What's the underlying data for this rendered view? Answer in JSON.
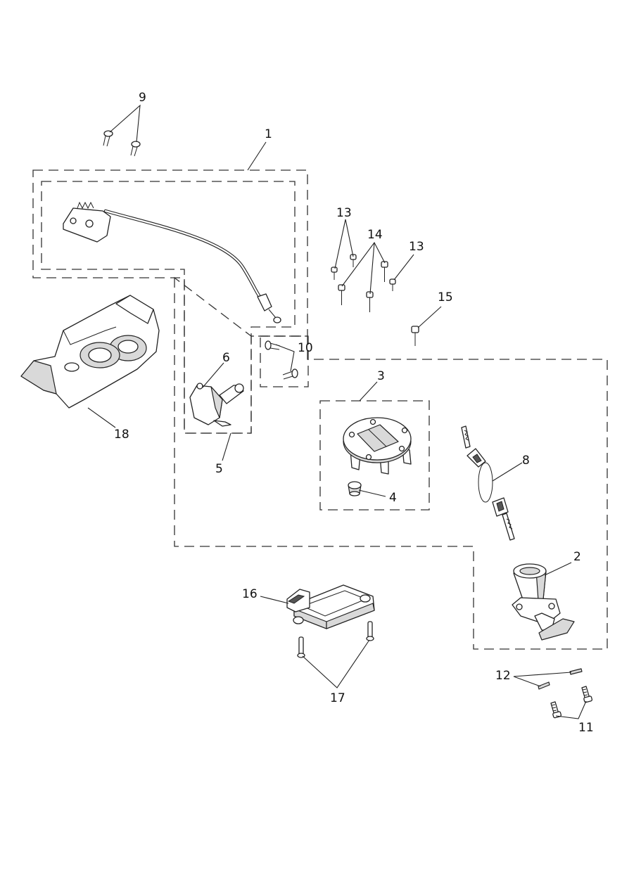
{
  "callouts": {
    "c1": "1",
    "c2": "2",
    "c3": "3",
    "c4": "4",
    "c5": "5",
    "c6": "6",
    "c8": "8",
    "c9": "9",
    "c10": "10",
    "c11": "11",
    "c12": "12",
    "c13a": "13",
    "c13b": "13",
    "c14": "14",
    "c15": "15",
    "c16": "16",
    "c17": "17",
    "c18": "18"
  }
}
